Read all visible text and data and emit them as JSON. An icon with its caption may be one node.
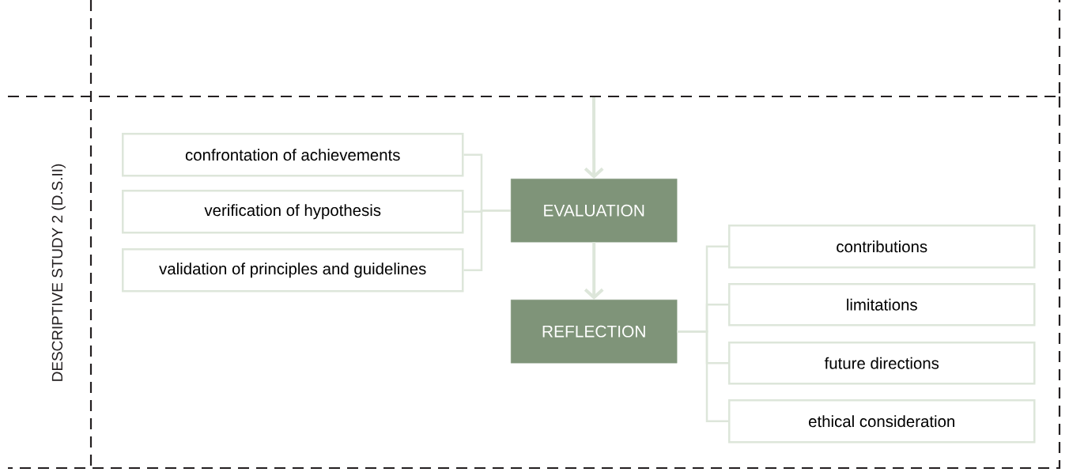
{
  "diagram": {
    "nodes": [
      {
        "text": [
          "confrontation of achievements"
        ]
      },
      {
        "text": [
          "verification of hypothesis"
        ]
      },
      {
        "text": [
          "validation of principles and guidelines"
        ]
      },
      {
        "text": [
          "EVALUATION"
        ]
      },
      {
        "text": [
          "REFLECTION"
        ]
      },
      {
        "text": [
          "contributions"
        ]
      },
      {
        "text": [
          "limitations"
        ]
      },
      {
        "text": [
          "future directions"
        ]
      },
      {
        "text": [
          "ethical consideration"
        ]
      }
    ],
    "edges": [
      {
        "from": null,
        "to": 3,
        "arrow": "to"
      },
      {
        "from": 0,
        "to": 3,
        "arrow": "none"
      },
      {
        "from": 1,
        "to": 3,
        "arrow": "none"
      },
      {
        "from": 2,
        "to": 3,
        "arrow": "none"
      },
      {
        "from": 3,
        "to": 4,
        "arrow": "to"
      },
      {
        "from": 4,
        "to": 5,
        "arrow": "none"
      },
      {
        "from": 4,
        "to": 6,
        "arrow": "none"
      },
      {
        "from": 4,
        "to": 7,
        "arrow": "none"
      },
      {
        "from": 4,
        "to": 8,
        "arrow": "none"
      }
    ],
    "labels": [
      "DESCRIPTIVE STUDY 2 (D.S.II)"
    ]
  }
}
